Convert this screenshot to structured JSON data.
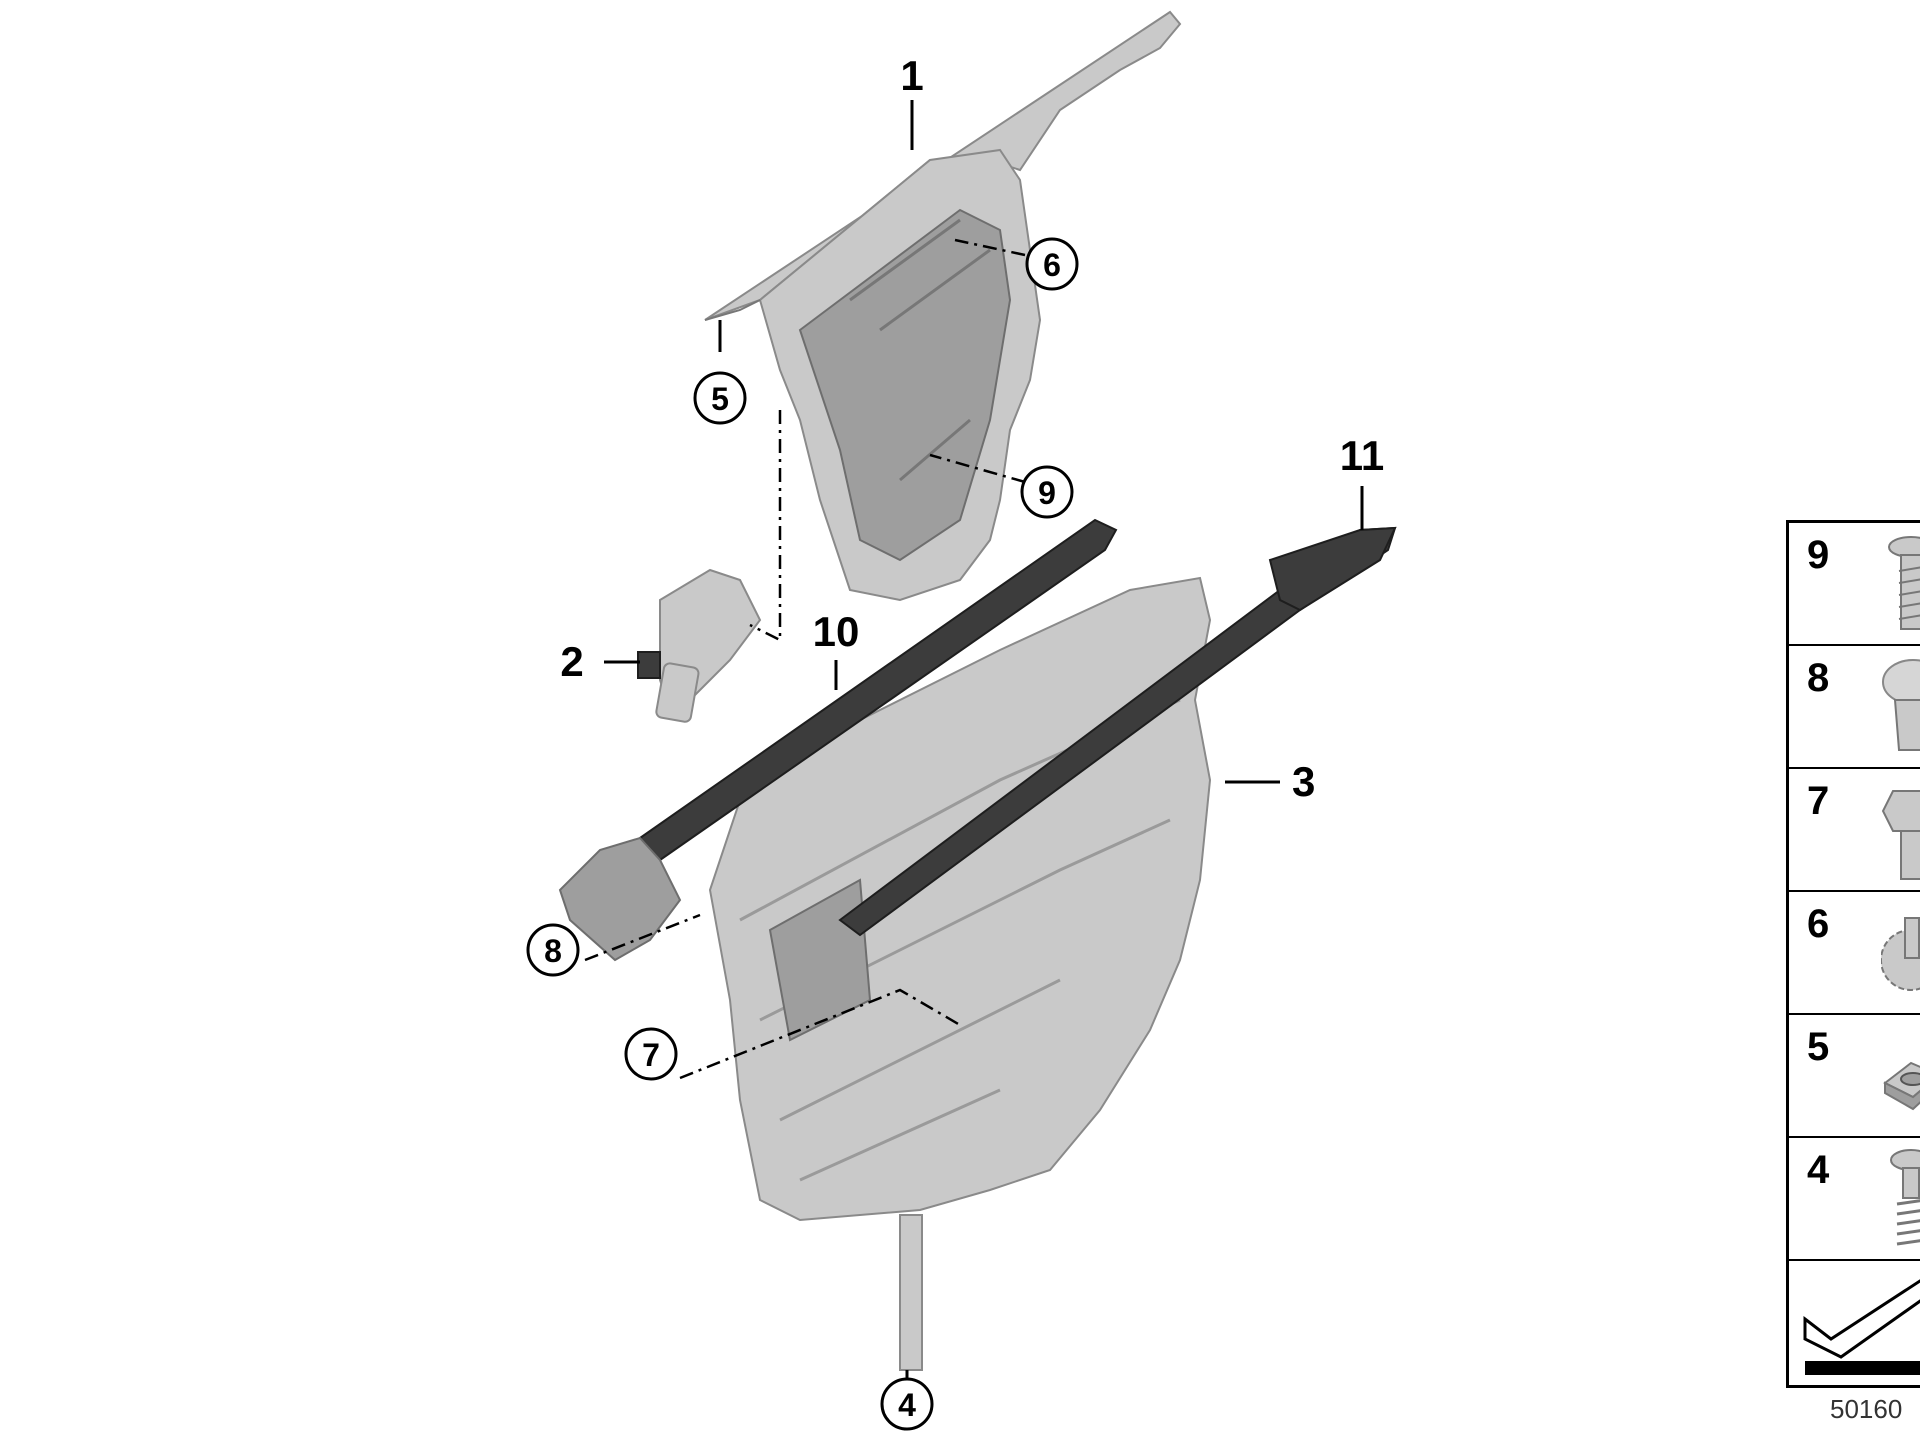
{
  "callouts": {
    "c1": "1",
    "c2": "2",
    "c3": "3",
    "c4": "4",
    "c5": "5",
    "c6": "6",
    "c7": "7",
    "c8": "8",
    "c9": "9",
    "c10": "10",
    "c11": "11"
  },
  "legend": {
    "items": [
      {
        "num": "9",
        "icon": "screw-icon"
      },
      {
        "num": "8",
        "icon": "expanding-rivet-icon"
      },
      {
        "num": "7",
        "icon": "hex-bolt-icon"
      },
      {
        "num": "6",
        "icon": "toothed-lock-washer-icon"
      },
      {
        "num": "5",
        "icon": "clip-nut-icon"
      },
      {
        "num": "4",
        "icon": "spring-rivet-icon"
      }
    ],
    "last_icon": "arrow-direction-icon"
  },
  "footer_id": "50160"
}
